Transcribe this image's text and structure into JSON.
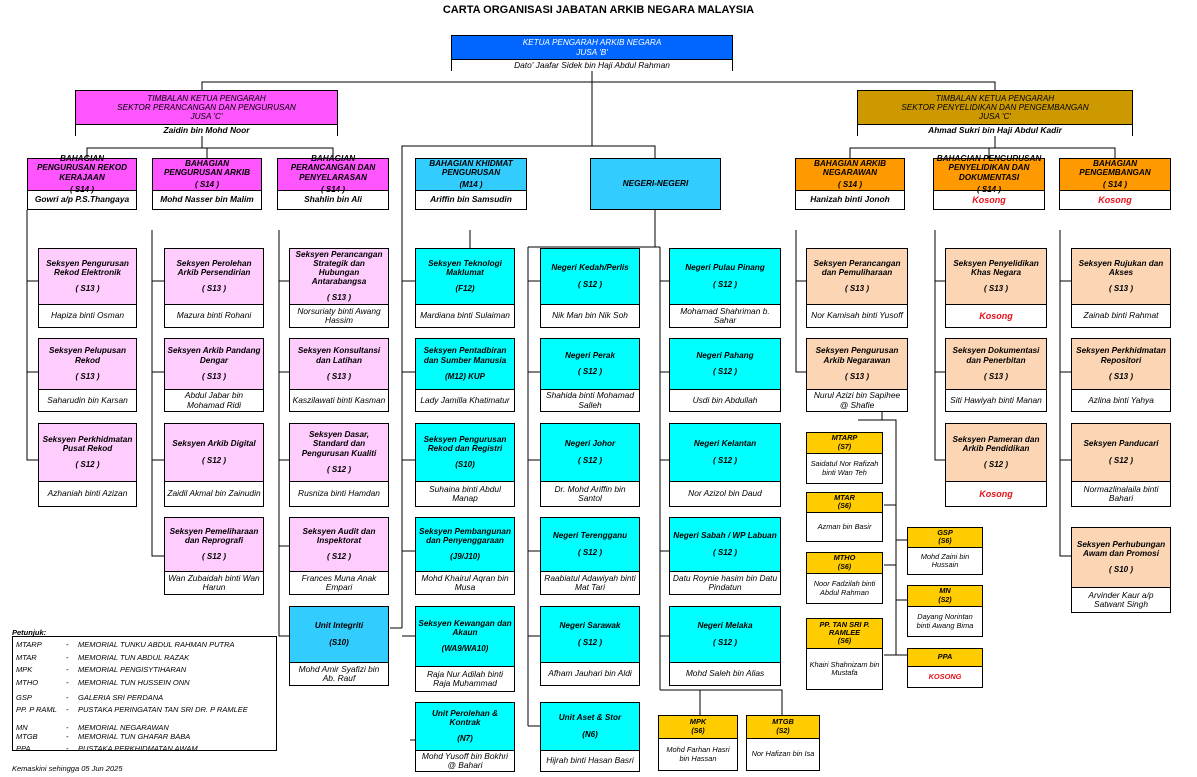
{
  "title": "CARTA ORGANISASI JABATAN ARKIB NEGARA MALAYSIA",
  "ketua": {
    "line1": "KETUA PENGARAH ARKIB NEGARA",
    "line2": "JUSA 'B'",
    "name": "Dato' Jaafar Sidek bin Haji Abdul Rahman"
  },
  "tkp1": {
    "line1": "TIMBALAN KETUA PENGARAH",
    "line2": "SEKTOR PERANCANGAN DAN PENGURUSAN",
    "line3": "JUSA 'C'",
    "name": "Zaidin bin Mohd Noor"
  },
  "tkp2": {
    "line1": "TIMBALAN KETUA PENGARAH",
    "line2": "SEKTOR PENYELIDIKAN DAN PENGEMBANGAN",
    "line3": "JUSA 'C'",
    "name": "Ahmad Sukri bin Haji Abdul Kadir"
  },
  "units": [
    {
      "title": "BAHAGIAN PENGURUSAN REKOD KERAJAAN",
      "grade": "( S14 )",
      "name": "Gowri a/p P.S.Thangaya"
    },
    {
      "title": "BAHAGIAN PENGURUSAN ARKIB",
      "grade": "( S14 )",
      "name": "Mohd Nasser bin Malim"
    },
    {
      "title": "BAHAGIAN PERANCANGAN DAN PENYELARASAN",
      "grade": "( S14 )",
      "name": "Shahlin bin Ali"
    },
    {
      "title": "BAHAGIAN KHIDMAT PENGURUSAN",
      "grade": "(M14 )",
      "name": "Ariffin bin Samsudin"
    },
    {
      "title": "NEGERI-NEGERI",
      "grade": "",
      "name": ""
    },
    {
      "title": "BAHAGIAN ARKIB NEGARAWAN",
      "grade": "( S14 )",
      "name": "Hanizah binti Jonoh"
    },
    {
      "title": "BAHAGIAN PENGURUSAN PENYELIDIKAN DAN DOKUMENTASI",
      "grade": "( S14 )",
      "name": "Kosong"
    },
    {
      "title": "BAHAGIAN PENGEMBANGAN",
      "grade": "( S14 )",
      "name": "Kosong"
    },
    {
      "title": "Seksyen Pengurusan Rekod Elektronik",
      "grade": "( S13 )",
      "name": "Hapiza binti Osman"
    },
    {
      "title": "Seksyen Pelupusan Rekod",
      "grade": "( S13 )",
      "name": "Saharudin bin Karsan"
    },
    {
      "title": "Seksyen Perkhidmatan Pusat Rekod",
      "grade": "( S12 )",
      "name": "Azhaniah binti Azizan"
    },
    {
      "title": "Seksyen Perolehan Arkib Persendirian",
      "grade": "( S13 )",
      "name": "Mazura binti Rohani"
    },
    {
      "title": "Seksyen Arkib Pandang Dengar",
      "grade": "( S13 )",
      "name": "Abdul Jabar bin Mohamad Ridi"
    },
    {
      "title": "Seksyen Arkib Digital",
      "grade": "( S12 )",
      "name": "Zaidil Akmal bin Zainudin"
    },
    {
      "title": "Seksyen Pemeliharaan dan Reprografi",
      "grade": "( S12 )",
      "name": "Wan Zubaidah binti Wan Harun"
    },
    {
      "title": "Seksyen Perancangan Strategik dan Hubungan Antarabangsa",
      "grade": "( S13 )",
      "name": "Norsuriaty binti Awang Hassim"
    },
    {
      "title": "Seksyen Konsultansi dan Latihan",
      "grade": "( S13 )",
      "name": "Kaszilawati binti Kasman"
    },
    {
      "title": "Seksyen Dasar, Standard dan Pengurusan Kualiti",
      "grade": "( S12 )",
      "name": "Rusniza binti Hamdan"
    },
    {
      "title": "Seksyen Audit dan Inspektorat",
      "grade": "( S12 )",
      "name": "Frances Muna Anak Empari"
    },
    {
      "title": "Unit Integriti",
      "grade": "(S10)",
      "name": "Mohd Amir Syafizi bin Ab. Rauf"
    },
    {
      "title": "Seksyen Teknologi Maklumat",
      "grade": "(F12)",
      "name": "Mardiana binti Sulaiman"
    },
    {
      "title": "Seksyen Pentadbiran dan Sumber Manusia",
      "grade": "(M12) KUP",
      "name": "Lady Jamilla Khatimatur"
    },
    {
      "title": "Seksyen Pengurusan Rekod dan Registri",
      "grade": "(S10)",
      "name": "Suhaina binti Abdul Manap"
    },
    {
      "title": "Seksyen Pembangunan dan Penyenggaraan",
      "grade": "(J9/J10)",
      "name": "Mohd Khairul Aqran bin Musa"
    },
    {
      "title": "Seksyen Kewangan dan Akaun",
      "grade": "(WA9/WA10)",
      "name": "Raja Nur Adilah binti Raja Muhammad"
    },
    {
      "title": "Unit Perolehan & Kontrak",
      "grade": "(N7)",
      "name": "Mohd Yusoff bin Bokhri @ Bahari"
    },
    {
      "title": "Negeri Kedah/Perlis",
      "grade": "( S12 )",
      "name": "Nik Man bin Nik Soh"
    },
    {
      "title": "Negeri Perak",
      "grade": "( S12 )",
      "name": "Shahida binti Mohamad Salleh"
    },
    {
      "title": "Negeri Johor",
      "grade": "( S12 )",
      "name": "Dr. Mohd Ariffin bin Santol"
    },
    {
      "title": "Negeri Terengganu",
      "grade": "( S12 )",
      "name": "Raabiatul Adawiyah binti Mat Tari"
    },
    {
      "title": "Negeri Sarawak",
      "grade": "( S12 )",
      "name": "Afham Jauhari bin Aldi"
    },
    {
      "title": "Unit Aset & Stor",
      "grade": "(N6)",
      "name": "Hijrah binti Hasan Basri"
    },
    {
      "title": "Negeri Pulau Pinang",
      "grade": "( S12 )",
      "name": "Mohamad Shahriman b. Sahar"
    },
    {
      "title": "Negeri Pahang",
      "grade": "( S12 )",
      "name": "Usdi bin Abdullah"
    },
    {
      "title": "Negeri Kelantan",
      "grade": "( S12 )",
      "name": "Nor Azizol bin Daud"
    },
    {
      "title": "Negeri Sabah / WP Labuan",
      "grade": "( S12 )",
      "name": "Datu Roynie hasim bin Datu Pindatun"
    },
    {
      "title": "Negeri Melaka",
      "grade": "( S12 )",
      "name": "Mohd Saleh bin Alias"
    },
    {
      "title": "Seksyen Perancangan dan Pemuliharaan",
      "grade": "( S13 )",
      "name": "Nor Kamisah binti Yusoff"
    },
    {
      "title": "Seksyen Pengurusan Arkib Negarawan",
      "grade": "( S13 )",
      "name": "Nurul Azizi bin Sapihee @ Shafie"
    },
    {
      "title": "Seksyen Penyelidikan Khas Negara",
      "grade": "( S13 )",
      "name": "Kosong"
    },
    {
      "title": "Seksyen Dokumentasi dan Penerbitan",
      "grade": "( S13 )",
      "name": "Siti Hawiyah binti Manan"
    },
    {
      "title": "Seksyen Pameran dan Arkib Pendidikan",
      "grade": "( S12 )",
      "name": "Kosong"
    },
    {
      "title": "Seksyen Rujukan dan Akses",
      "grade": "( S13 )",
      "name": "Zainab binti Rahmat"
    },
    {
      "title": "Seksyen Perkhidmatan Repositori",
      "grade": "( S13 )",
      "name": "Azlina binti Yahya"
    },
    {
      "title": "Seksyen Panducari",
      "grade": "( S12 )",
      "name": "Normazlinalaila binti Bahari"
    },
    {
      "title": "Seksyen Perhubungan Awam dan Promosi",
      "grade": "( S10 )",
      "name": "Arvinder Kaur a/p Satwant Singh"
    },
    {
      "title": "MTARP",
      "grade": "(S7)",
      "name": "Saidatul Nor Rafizah binti Wan Teh"
    },
    {
      "title": "MTAR",
      "grade": "(S6)",
      "name": "Azman bin Basir"
    },
    {
      "title": "MTHO",
      "grade": "(S6)",
      "name": "Noor Fadzilah binti Abdul Rahman"
    },
    {
      "title": "PP. TAN SRI P. RAMLEE",
      "grade": "(S6)",
      "name": "Khairi Shahnizam bin Mustafa"
    },
    {
      "title": "GSP",
      "grade": "(S6)",
      "name": "Mohd Zaini bin Hussain"
    },
    {
      "title": "MN",
      "grade": "(S2)",
      "name": "Dayang Norintan binti Awang Bima"
    },
    {
      "title": "PPA",
      "grade": "",
      "name": "KOSONG"
    },
    {
      "title": "MPK",
      "grade": "(S6)",
      "name": "Mohd Farhan Hasri bin Hassan"
    },
    {
      "title": "MTGB",
      "grade": "(S2)",
      "name": "Nor Hafizan bin Isa"
    }
  ],
  "legend": {
    "heading": "Petunjuk:",
    "rows": [
      {
        "code": "MTARP",
        "dash": "-",
        "desc": "MEMORIAL TUNKU ABDUL RAHMAN PUTRA"
      },
      {
        "code": "MTAR",
        "dash": "-",
        "desc": "MEMORIAL TUN ABDUL RAZAK"
      },
      {
        "code": "MPK",
        "dash": "-",
        "desc": "MEMORIAL PENGISYTIHARAN"
      },
      {
        "code": "MTHO",
        "dash": "-",
        "desc": "MEMORIAL TUN HUSSEIN ONN"
      },
      {
        "code": "GSP",
        "dash": "-",
        "desc": "GALERIA SRI PERDANA"
      },
      {
        "code": "PP. P RAML",
        "dash": "-",
        "desc": "PUSTAKA PERINGATAN TAN SRI DR. P RAMLEE"
      },
      {
        "code": "MN",
        "dash": "-",
        "desc": "MEMORIAL NEGARAWAN"
      },
      {
        "code": "MTGB",
        "dash": "-",
        "desc": "MEMORIAL TUN GHAFAR BABA"
      },
      {
        "code": "PPA",
        "dash": "-",
        "desc": "PUSTAKA PERKHIDMATAN AWAM"
      }
    ]
  },
  "footer": "Kemaskini sehingga 05 Jun 2025",
  "colors": {
    "magenta": "#fe55fe",
    "pink": "#ffccfe",
    "cyan": "#00ffff",
    "sky": "#33ccff",
    "blue": "#0066ff",
    "orange": "#ff9900",
    "peach": "#fcd5b4",
    "gold": "#cc9900",
    "yellow": "#ffcc00",
    "kosong": "#e8101a"
  }
}
